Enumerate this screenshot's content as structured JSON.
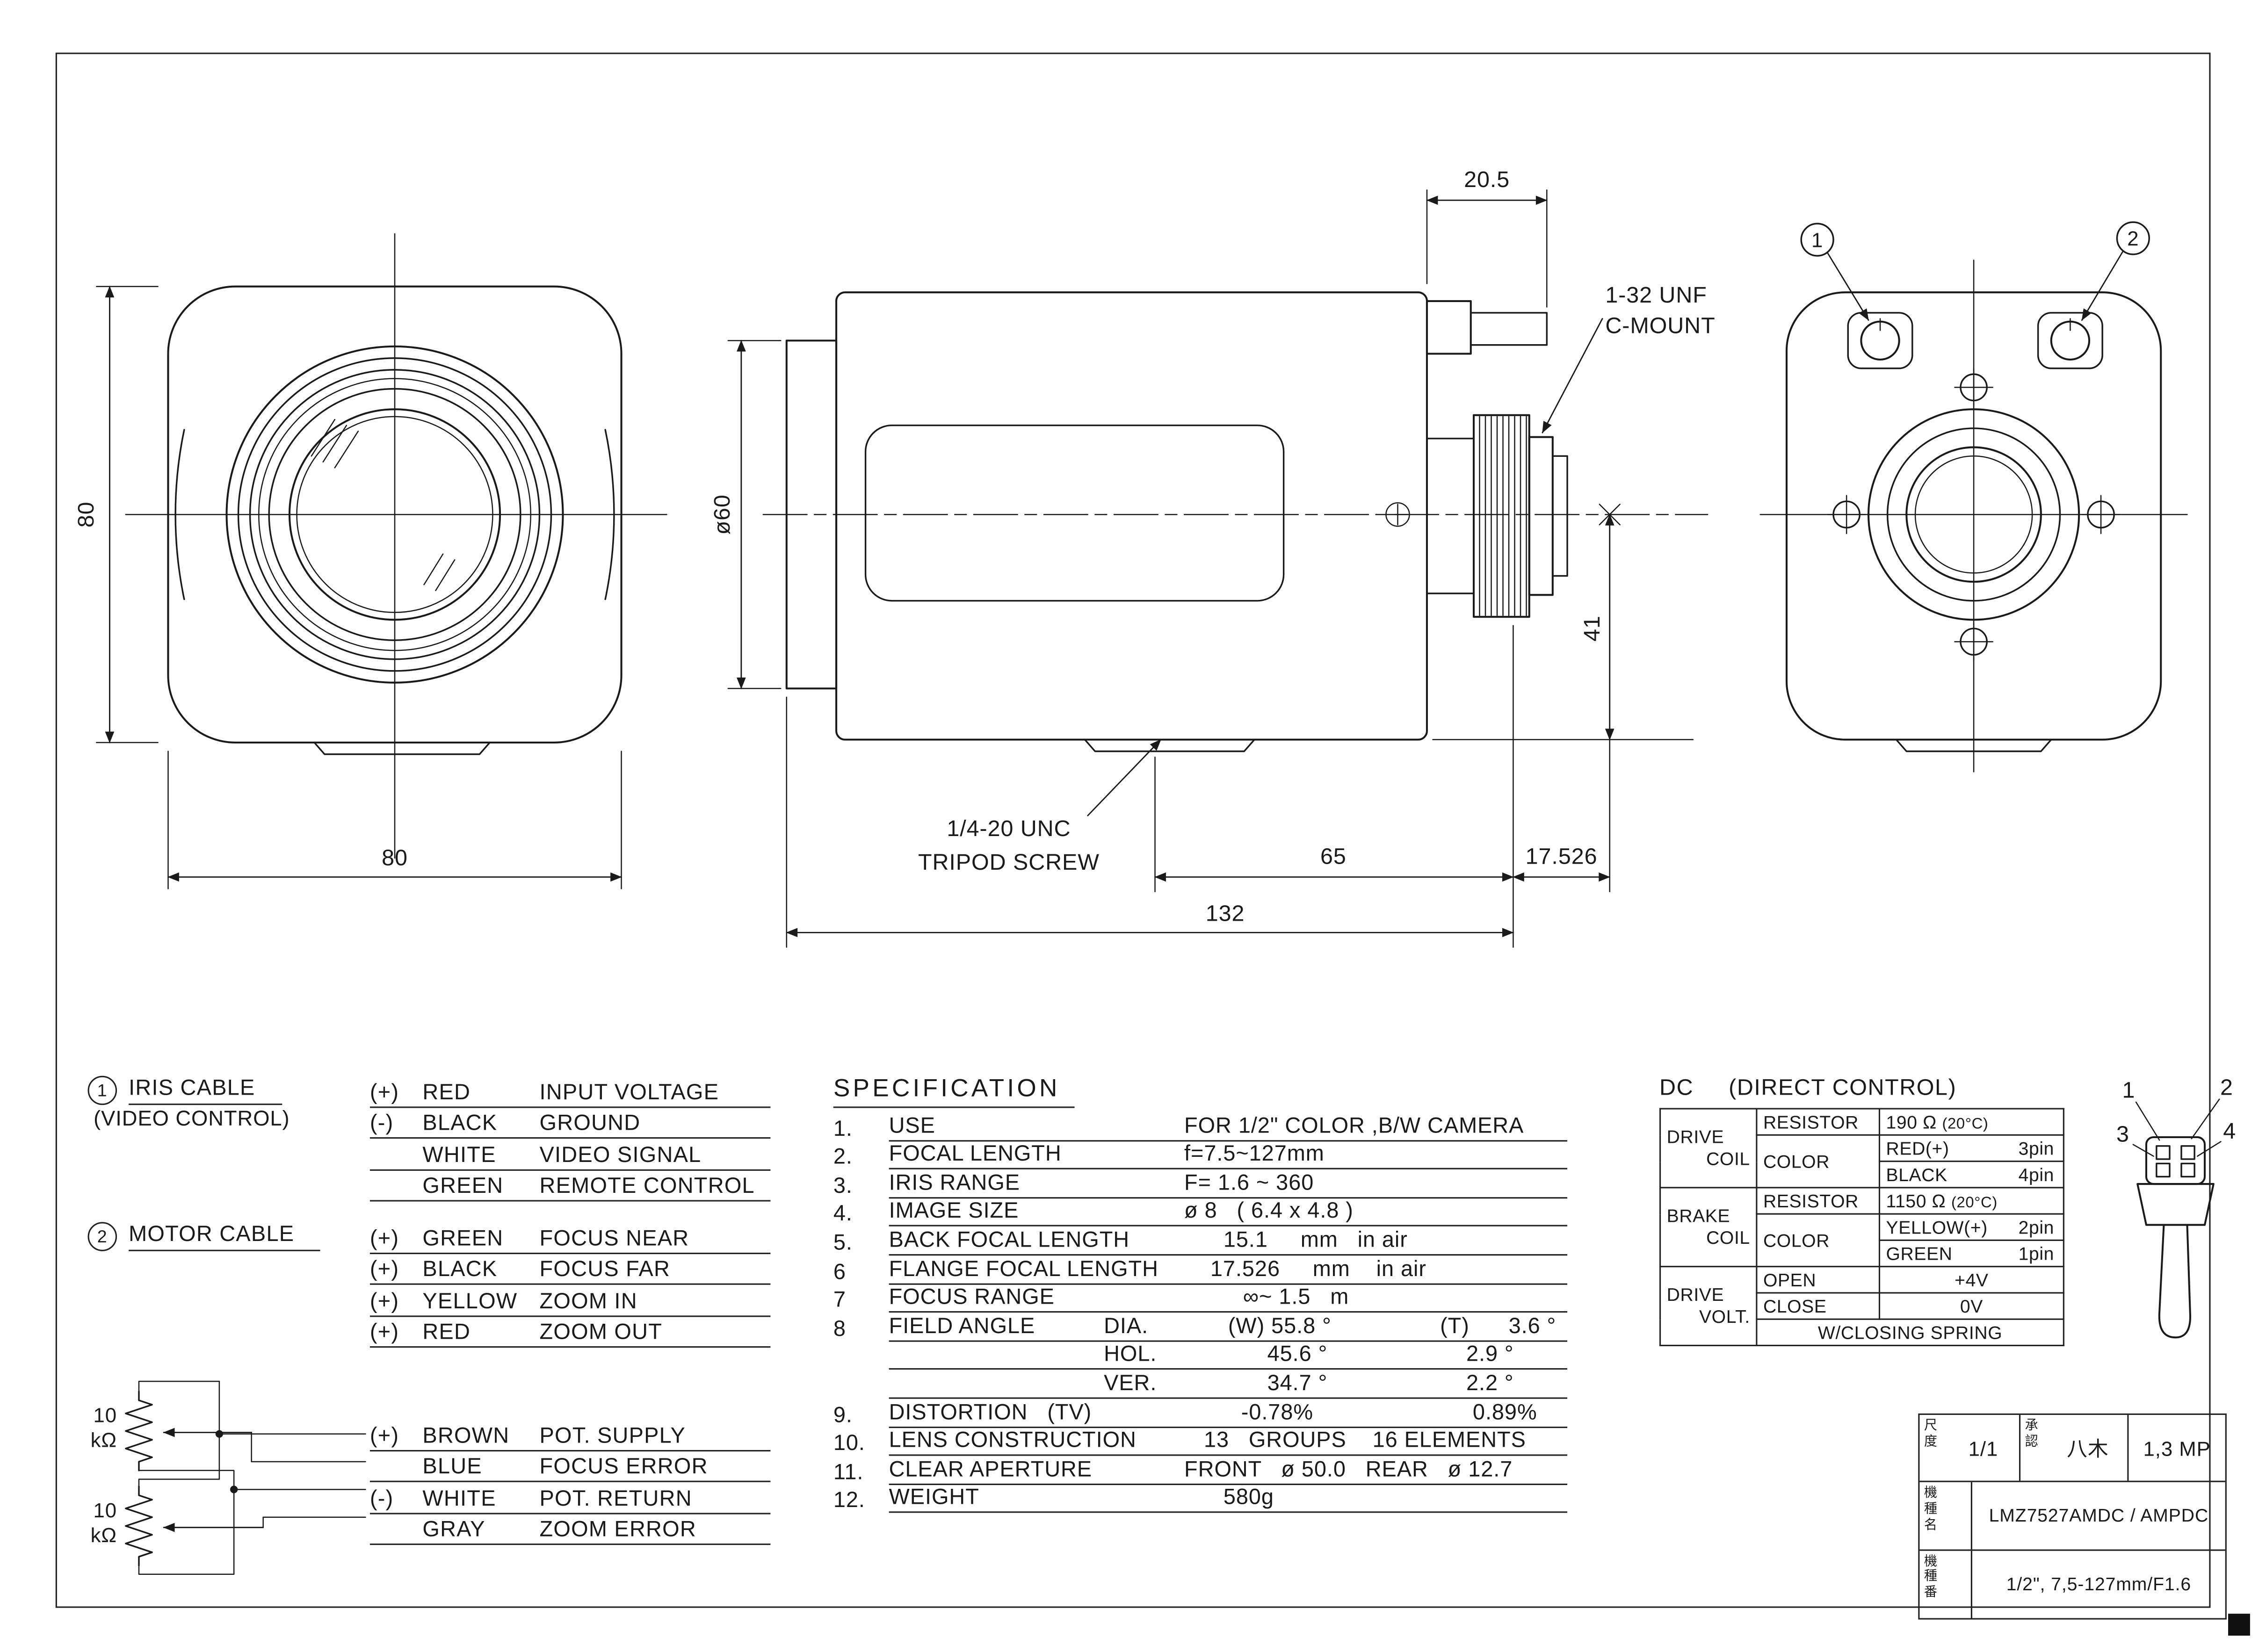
{
  "drawing": {
    "dim_front_height": "80",
    "dim_front_width": "80",
    "dim_lens_diameter": "ø60",
    "dim_mount_offset": "20.5",
    "mount_label_1": "1-32 UNF",
    "mount_label_2": "C-MOUNT",
    "tripod_label_1": "1/4-20 UNC",
    "tripod_label_2": "TRIPOD SCREW",
    "dim_tripod_to_mount": "65",
    "dim_flange_back": "17.526",
    "dim_total_length": "132",
    "dim_center_to_base": "41",
    "callout_1": "1",
    "callout_2": "2"
  },
  "cables": {
    "iris": {
      "marker": "1",
      "title": "IRIS CABLE",
      "subtitle": "(VIDEO CONTROL)",
      "wires": [
        {
          "sign": "(+)",
          "color": "RED",
          "func": "INPUT VOLTAGE"
        },
        {
          "sign": "(-)",
          "color": "BLACK",
          "func": "GROUND"
        },
        {
          "sign": "",
          "color": "WHITE",
          "func": "VIDEO SIGNAL"
        },
        {
          "sign": "",
          "color": "GREEN",
          "func": "REMOTE CONTROL"
        }
      ]
    },
    "motor": {
      "marker": "2",
      "title": "MOTOR CABLE",
      "wires": [
        {
          "sign": "(+)",
          "color": "GREEN",
          "func": "FOCUS NEAR"
        },
        {
          "sign": "(+)",
          "color": "BLACK",
          "func": "FOCUS FAR"
        },
        {
          "sign": "(+)",
          "color": "YELLOW",
          "func": "ZOOM IN"
        },
        {
          "sign": "(+)",
          "color": "RED",
          "func": "ZOOM OUT"
        }
      ]
    },
    "pot": {
      "res_value": "10",
      "res_unit": "kΩ",
      "wires": [
        {
          "sign": "(+)",
          "color": "BROWN",
          "func": "POT. SUPPLY"
        },
        {
          "sign": "",
          "color": "BLUE",
          "func": "FOCUS ERROR"
        },
        {
          "sign": "(-)",
          "color": "WHITE",
          "func": "POT. RETURN"
        },
        {
          "sign": "",
          "color": "GRAY",
          "func": "ZOOM ERROR"
        }
      ]
    }
  },
  "spec": {
    "title": "SPECIFICATION",
    "rows": [
      {
        "num": "1.",
        "name": "USE",
        "value": "FOR 1/2\" COLOR ,B/W CAMERA"
      },
      {
        "num": "2.",
        "name": "FOCAL LENGTH",
        "value": "f=7.5~127mm"
      },
      {
        "num": "3.",
        "name": "IRIS RANGE",
        "value": "F= 1.6 ~ 360"
      },
      {
        "num": "4.",
        "name": "IMAGE SIZE",
        "value": "ø 8   ( 6.4 x 4.8 )"
      },
      {
        "num": "5.",
        "name": "BACK FOCAL LENGTH",
        "value": "      15.1     mm   in air"
      },
      {
        "num": "6",
        "name": "FLANGE FOCAL LENGTH",
        "value": "    17.526     mm    in air"
      },
      {
        "num": "7",
        "name": "FOCUS RANGE",
        "value": "         ∞~ 1.5   m"
      },
      {
        "num": "8",
        "name": "FIELD ANGLE",
        "sub": "DIA.",
        "v1": "(W) 55.8 °",
        "v2": "(T)      3.6 °"
      },
      {
        "num": "",
        "name": "",
        "sub": "HOL.",
        "v1": "      45.6 °",
        "v2": "    2.9 °"
      },
      {
        "num": "",
        "name": "",
        "sub": "VER.",
        "v1": "      34.7 °",
        "v2": "    2.2 °"
      },
      {
        "num": "9.",
        "name": "DISTORTION   (TV)",
        "v1": "  -0.78%",
        "v2": "     0.89%"
      },
      {
        "num": "10.",
        "name": "LENS CONSTRUCTION",
        "value": "   13   GROUPS    16 ELEMENTS"
      },
      {
        "num": "11.",
        "name": "CLEAR APERTURE",
        "value": "FRONT   ø 50.0   REAR   ø 12.7"
      },
      {
        "num": "12.",
        "name": "WEIGHT",
        "value": "      580g"
      }
    ]
  },
  "dc": {
    "title": "DC",
    "title2": "(DIRECT CONTROL)",
    "drive1": "DRIVE",
    "drive2": "COIL",
    "brake1": "BRAKE",
    "brake2": "COIL",
    "volt1": "DRIVE",
    "volt2": "VOLT.",
    "resistor": "RESISTOR",
    "color": "COLOR",
    "r_drive": "190 Ω",
    "r_drive_t": "(20°C)",
    "r_brake": "1150 Ω",
    "r_brake_t": "(20°C)",
    "c_drive_1": "RED(+)",
    "c_drive_1p": "3pin",
    "c_drive_2": "BLACK",
    "c_drive_2p": "4pin",
    "c_brake_1": "YELLOW(+)",
    "c_brake_1p": "2pin",
    "c_brake_2": "GREEN",
    "c_brake_2p": "1pin",
    "open": "OPEN",
    "close": "CLOSE",
    "v_open": "+4V",
    "v_close": "0V",
    "spring": "W/CLOSING SPRING"
  },
  "connector": {
    "pin1": "1",
    "pin2": "2",
    "pin3": "3",
    "pin4": "4"
  },
  "titleblock": {
    "scale_label": "尺度",
    "scale_value": "1/1",
    "approve_label": "承認",
    "approve_value": "八木",
    "mp": "1,3 MP",
    "model_label": "機種名",
    "model_value": "LMZ7527AMDC / AMPDC",
    "number_label": "機種番",
    "number_value": "1/2\", 7,5-127mm/F1.6"
  }
}
